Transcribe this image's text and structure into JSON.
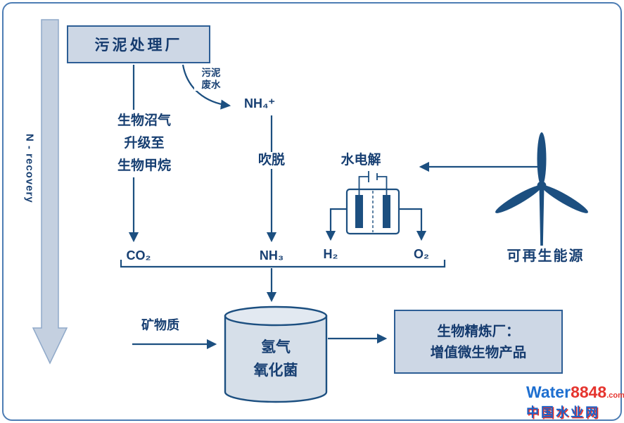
{
  "labels": {
    "n_recovery": "N - recovery",
    "sludge_plant": "污泥处理厂",
    "biogas_lines": [
      "生物沼气",
      "升级至",
      "生物甲烷"
    ],
    "sludge_wastewater_lines": [
      "污泥",
      "废水"
    ],
    "ammonium": "NH₄⁺",
    "stripping": "吹脱",
    "water_electrolysis": "水电解",
    "co2": "CO₂",
    "nh3": "NH₃",
    "h2": "H₂",
    "o2": "O₂",
    "renewable_energy": "可再生能源",
    "minerals": "矿物质",
    "reactor_lines": [
      "氢气",
      "氧化菌"
    ],
    "biorefinery_lines": [
      "生物精炼厂：",
      "增值微生物产品"
    ]
  },
  "watermark": {
    "brand_word": "Water",
    "brand_number": "8848",
    "brand_tld": ".com",
    "site_name": "中国水业网"
  },
  "colors": {
    "line": "#1c4f80",
    "text": "#173f72",
    "box_fill": "#cdd7e5",
    "box_border": "#2d5e95",
    "frame_border": "#4d7db4",
    "arrow_fill": "#c4d0e0",
    "brand_blue": "#1e6fd0",
    "brand_red": "#e5342e"
  }
}
